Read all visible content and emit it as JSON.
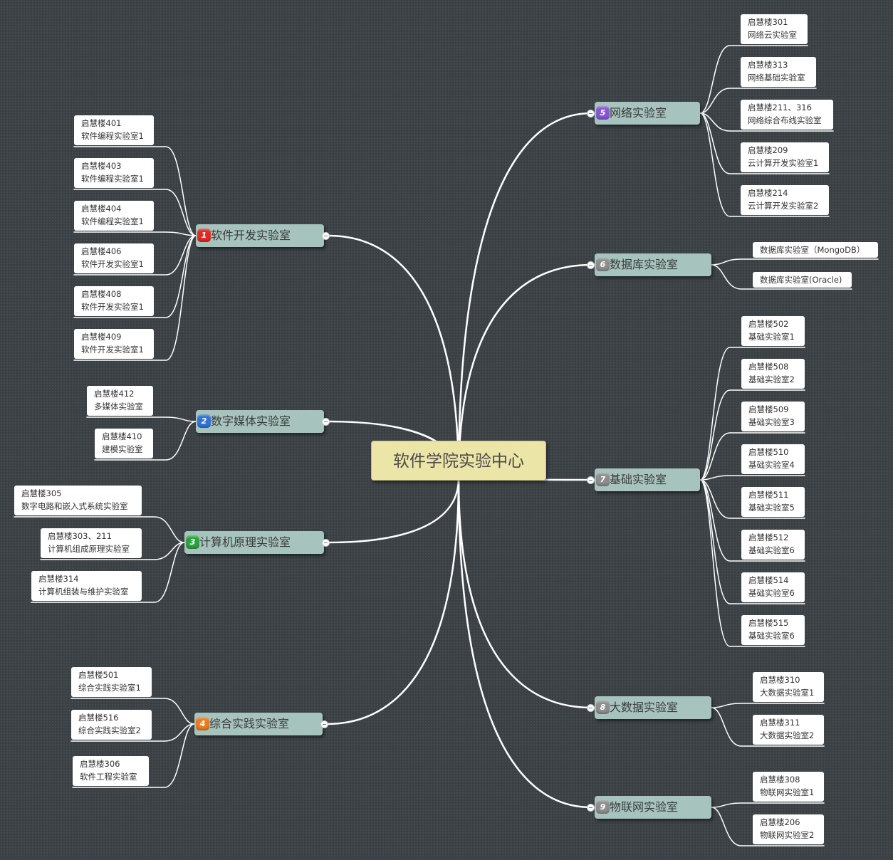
{
  "root": {
    "label": "软件学院实验中心"
  },
  "topics": [
    {
      "id": "1",
      "label": "软件开发实验室",
      "color": "#e12a23",
      "children": [
        {
          "line1": "启慧楼401",
          "line2": "软件编程实验室1"
        },
        {
          "line1": "启慧楼403",
          "line2": "软件编程实验室1"
        },
        {
          "line1": "启慧楼404",
          "line2": "软件编程实验室1"
        },
        {
          "line1": "启慧楼406",
          "line2": "软件开发实验室1"
        },
        {
          "line1": "启慧楼408",
          "line2": "软件开发实验室1"
        },
        {
          "line1": "启慧楼409",
          "line2": "软件开发实验室1"
        }
      ]
    },
    {
      "id": "2",
      "label": "数字媒体实验室",
      "color": "#2f74d6",
      "children": [
        {
          "line1": "启慧楼412",
          "line2": "多媒体实验室"
        },
        {
          "line1": "启慧楼410",
          "line2": "建模实验室"
        }
      ]
    },
    {
      "id": "3",
      "label": "计算机原理实验室",
      "color": "#2ea33d",
      "children": [
        {
          "line1": "启慧楼305",
          "line2": "数字电路和嵌入式系统实验室"
        },
        {
          "line1": "启慧楼303、211",
          "line2": "计算机组成原理实验室"
        },
        {
          "line1": "启慧楼314",
          "line2": "计算机组装与维护实验室"
        }
      ]
    },
    {
      "id": "4",
      "label": "综合实践实验室",
      "color": "#ee7c1d",
      "children": [
        {
          "line1": "启慧楼501",
          "line2": "综合实践实验室1"
        },
        {
          "line1": "启慧楼516",
          "line2": "综合实践实验室2"
        },
        {
          "line1": "启慧楼306",
          "line2": "软件工程实验室"
        }
      ]
    },
    {
      "id": "5",
      "label": "网络实验室",
      "color": "#8a55d8",
      "children": [
        {
          "line1": "启慧楼301",
          "line2": "网络云实验室"
        },
        {
          "line1": "启慧楼313",
          "line2": "网络基础实验室"
        },
        {
          "line1": "启慧楼211、316",
          "line2": "网络综合布线实验室"
        },
        {
          "line1": "启慧楼209",
          "line2": "云计算开发实验室1"
        },
        {
          "line1": "启慧楼214",
          "line2": "云计算开发实验室2"
        }
      ]
    },
    {
      "id": "6",
      "label": "数据库实验室",
      "color": "#8e8e8e",
      "children": [
        {
          "line1": "数据库实验室（MongoDB）"
        },
        {
          "line1": "数据库实验室(Oracle)"
        }
      ]
    },
    {
      "id": "7",
      "label": "基础实验室",
      "color": "#8e8e8e",
      "children": [
        {
          "line1": "启慧楼502",
          "line2": "基础实验室1"
        },
        {
          "line1": "启慧楼508",
          "line2": "基础实验室2"
        },
        {
          "line1": "启慧楼509",
          "line2": "基础实验室3"
        },
        {
          "line1": "启慧楼510",
          "line2": "基础实验室4"
        },
        {
          "line1": "启慧楼511",
          "line2": "基础实验室5"
        },
        {
          "line1": "启慧楼512",
          "line2": "基础实验室6"
        },
        {
          "line1": "启慧楼514",
          "line2": "基础实验室6"
        },
        {
          "line1": "启慧楼515",
          "line2": "基础实验室6"
        }
      ]
    },
    {
      "id": "8",
      "label": "大数据实验室",
      "color": "#8e8e8e",
      "children": [
        {
          "line1": "启慧楼310",
          "line2": "大数据实验室1"
        },
        {
          "line1": "启慧楼311",
          "line2": "大数据实验室2"
        }
      ]
    },
    {
      "id": "9",
      "label": "物联网实验室",
      "color": "#8e8e8e",
      "children": [
        {
          "line1": "启慧楼308",
          "line2": "物联网实验室1"
        },
        {
          "line1": "启慧楼206",
          "line2": "物联网实验室2"
        }
      ]
    }
  ]
}
